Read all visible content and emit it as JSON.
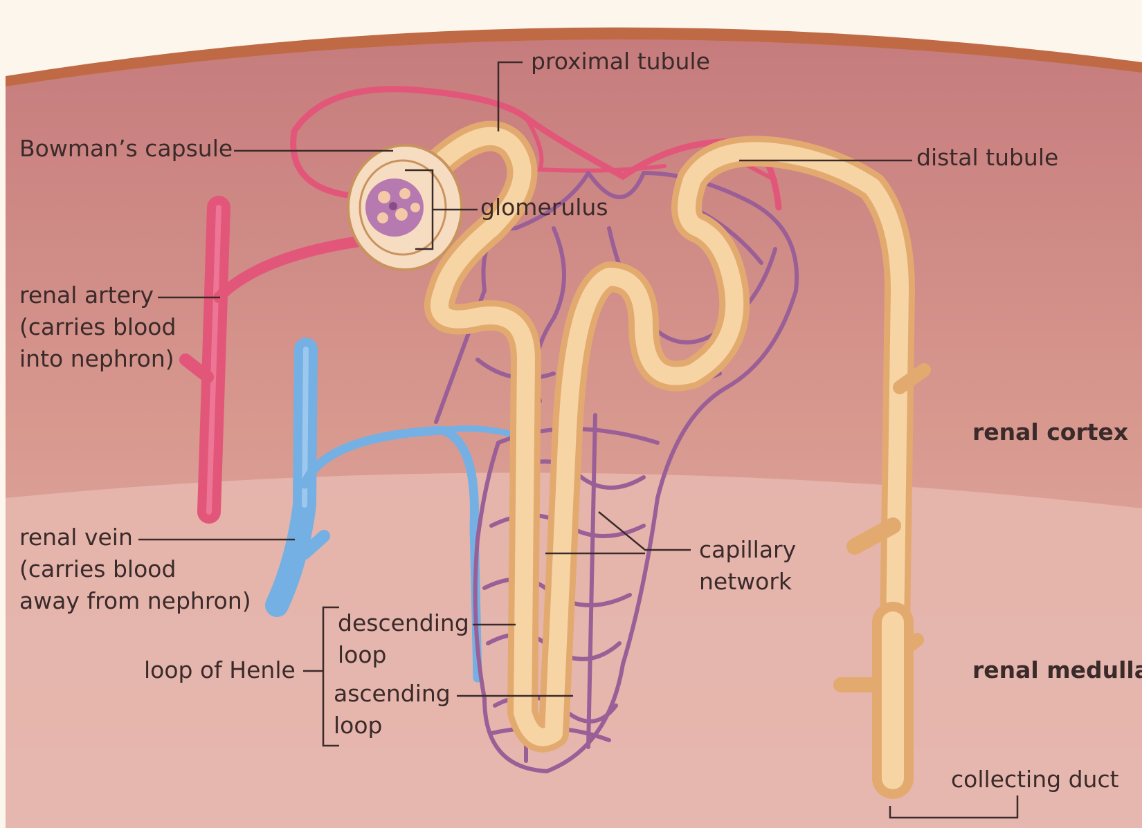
{
  "labels": {
    "proximal_tubule": "proximal tubule",
    "bowmans_capsule": "Bowman’s capsule",
    "glomerulus": "glomerulus",
    "distal_tubule": "distal tubule",
    "renal_artery": [
      "renal artery",
      "(carries blood",
      "into nephron)"
    ],
    "renal_vein": [
      "renal vein",
      "(carries blood",
      "away from nephron)"
    ],
    "capillary_network": [
      "capillary",
      "network"
    ],
    "renal_cortex": "renal cortex",
    "renal_medulla": "renal medulla",
    "loop_of_henle": "loop of Henle",
    "descending_loop": [
      "descending",
      "loop"
    ],
    "ascending_loop": [
      "ascending",
      "loop"
    ],
    "collecting_duct": "collecting duct"
  },
  "colors": {
    "outer_edge": "#c06a45",
    "cortex": "#cd8a86",
    "medulla": "#e5b3ad",
    "artery": "#e2567a",
    "vein": "#74b0e3",
    "capillary": "#9a5f96",
    "tubule": "#f2c48c",
    "leader": "#3a2a2a"
  }
}
